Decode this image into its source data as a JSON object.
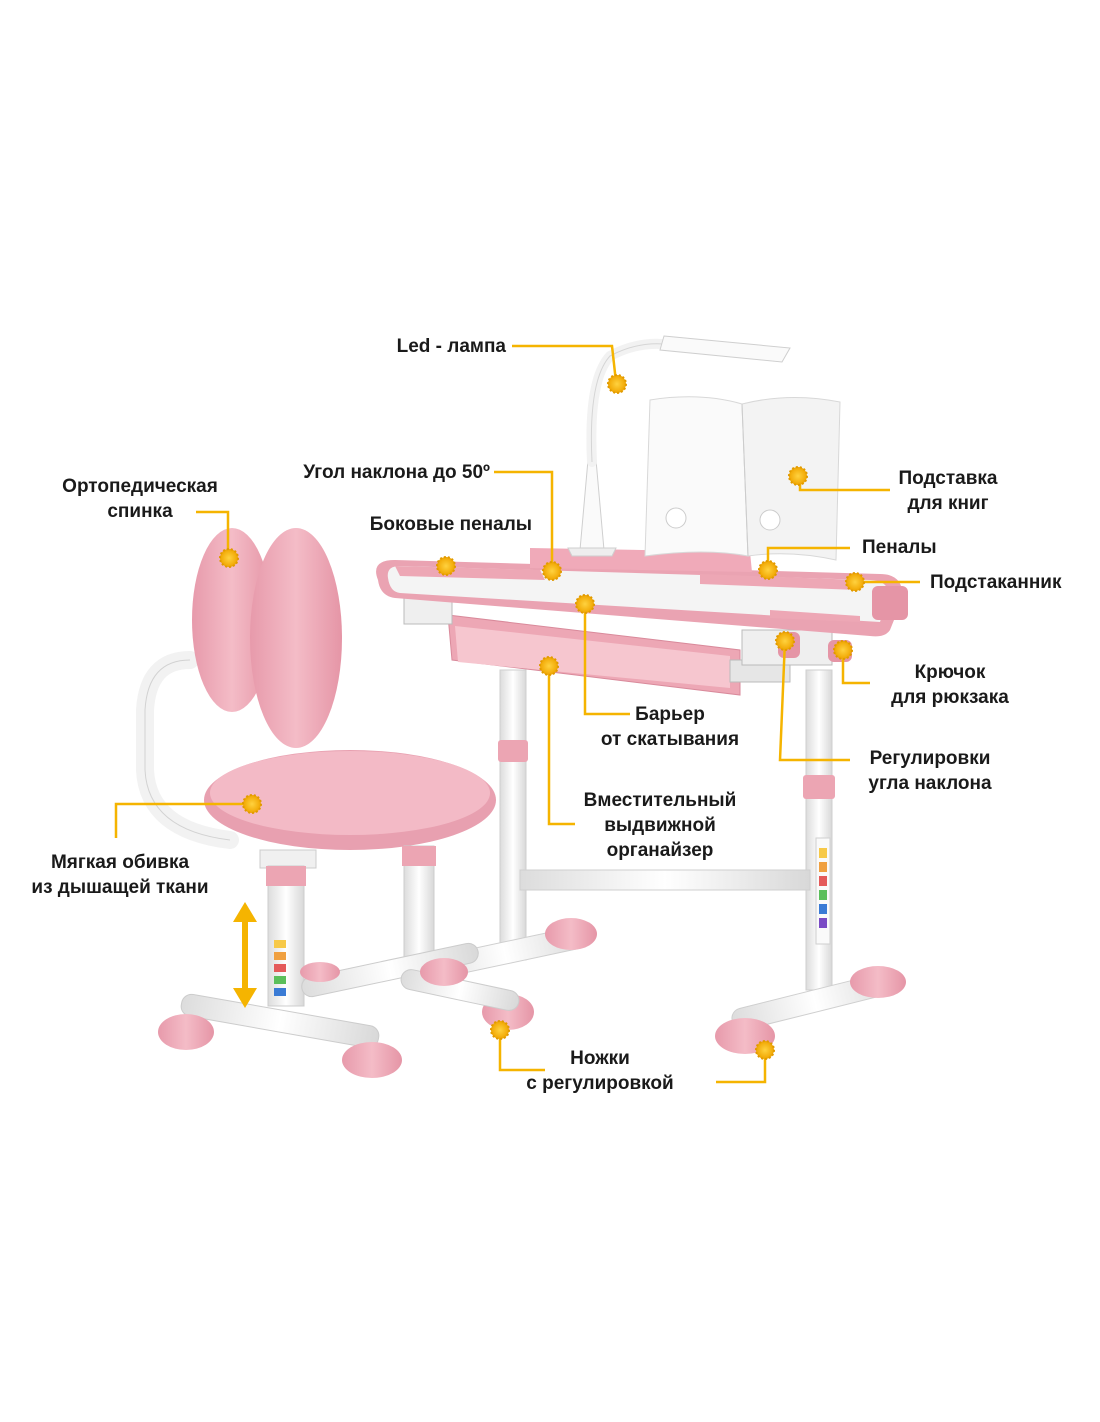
{
  "labels": {
    "lamp": "Led - лампа",
    "tilt_angle": "Угол наклона до 50º",
    "orthopedic_back": [
      "Ортопедическая",
      "спинка"
    ],
    "side_cases": "Боковые пеналы",
    "book_stand": [
      "Подставка",
      "для книг"
    ],
    "pencil_cases": "Пеналы",
    "cup_holder": "Подстаканник",
    "hook": [
      "Крючок",
      "для рюкзака"
    ],
    "barrier": [
      "Барьер",
      "от скатывания"
    ],
    "tilt_adjust": [
      "Регулировки",
      "угла наклона"
    ],
    "organizer": [
      "Вместительный",
      "выдвижной",
      "органайзер"
    ],
    "soft_upholstery": [
      "Мягкая обивка",
      "из дышащей ткани"
    ],
    "legs": [
      "Ножки",
      "с регулировкой"
    ]
  },
  "colors": {
    "pink": "#f2b3bf",
    "pink_dark": "#e595a6",
    "accent": "#f5b400",
    "frame": "#f4f4f4",
    "text": "#1a1a1a"
  }
}
